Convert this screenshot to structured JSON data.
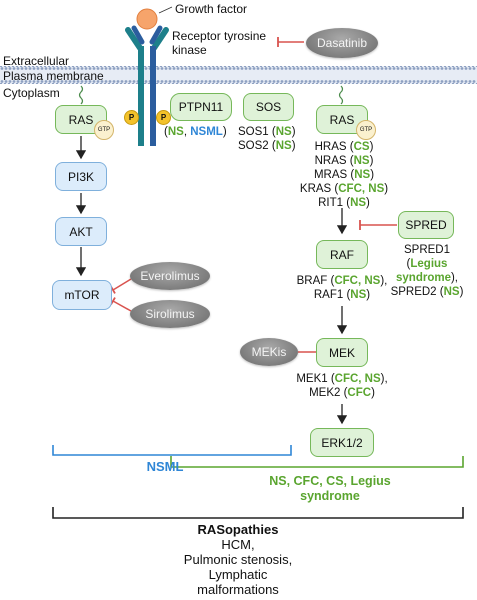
{
  "labels": {
    "growth_factor": "Growth factor",
    "rtk_line1": "Receptor tyrosine",
    "rtk_line2": "kinase",
    "extracellular": "Extracellular",
    "plasma_membrane": "Plasma membrane",
    "cytoplasm": "Cytoplasm"
  },
  "drugs": {
    "dasatinib": "Dasatinib",
    "everolimus": "Everolimus",
    "sirolimus": "Sirolimus",
    "mekis": "MEKis"
  },
  "left_path": {
    "ras": "RAS",
    "gtp": "GTP",
    "pi3k": "PI3K",
    "akt": "AKT",
    "mtor": "mTOR"
  },
  "receptor": {
    "p": "P",
    "ptpn11": "PTPN11",
    "ptpn11_mut_open": "(",
    "ptpn11_mut_ns": "NS",
    "ptpn11_mut_sep": ", ",
    "ptpn11_mut_nsml": "NSML",
    "ptpn11_mut_close": ")"
  },
  "sos": {
    "node": "SOS",
    "sos1_name": "SOS1 (",
    "sos1_mut": "NS",
    "sos1_close": ")",
    "sos2_name": "SOS2 (",
    "sos2_mut": "NS",
    "sos2_close": ")"
  },
  "right_path": {
    "ras": "RAS",
    "gtp": "GTP",
    "ras_genes": [
      {
        "name": "HRAS (",
        "mut": "CS",
        "close": ")"
      },
      {
        "name": "NRAS (",
        "mut": "NS",
        "close": ")"
      },
      {
        "name": "MRAS (",
        "mut": "NS",
        "close": ")"
      },
      {
        "name": "KRAS (",
        "mut": "CFC, NS",
        "close": ")"
      },
      {
        "name": "RIT1 (",
        "mut": "NS",
        "close": ")"
      }
    ],
    "spred": "SPRED",
    "spred1_name": "SPRED1",
    "spred1_open": "(",
    "spred1_mut_a": "Legius",
    "spred1_mut_b": "syndrome",
    "spred1_close": "),",
    "spred2_name": "SPRED2 (",
    "spred2_mut": "NS",
    "spred2_close": ")",
    "raf": "RAF",
    "braf_name": "BRAF (",
    "braf_mut": "CFC, NS",
    "braf_close": "),",
    "raf1_name": "RAF1 (",
    "raf1_mut": "NS",
    "raf1_close": ")",
    "mek": "MEK",
    "mek1_name": "MEK1 (",
    "mek1_mut": "CFC, NS",
    "mek1_close": "),",
    "mek2_name": "MEK2 (",
    "mek2_mut": "CFC",
    "mek2_close": ")",
    "erk": "ERK1/2"
  },
  "brackets": {
    "nsml": "NSML",
    "green_line1": "NS, CFC, CS, Legius",
    "green_line2": "syndrome"
  },
  "bottom": {
    "title": "RASopathies",
    "lines": [
      "HCM,",
      "Pulmonic stenosis,",
      "Lymphatic",
      "malformations"
    ]
  },
  "colors": {
    "green": "#5aa52f",
    "blue": "#2f86d6",
    "inhibitor_red": "#d9534f",
    "membrane": "#7d8fb0"
  }
}
